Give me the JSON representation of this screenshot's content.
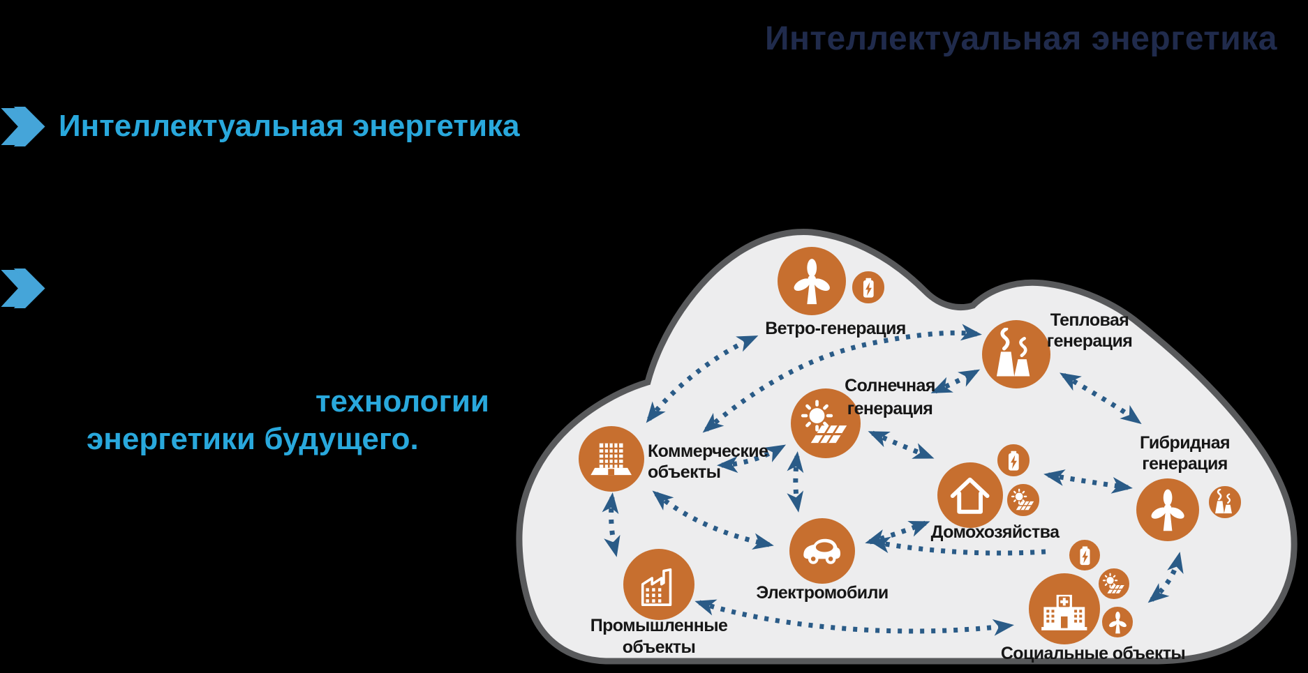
{
  "header": {
    "title": "Интеллектуальная энергетика"
  },
  "left_panel": {
    "bullet1": {
      "label": "Интеллектуальная энергетика"
    },
    "bullet2": {
      "label": ""
    },
    "highlight_line1": "технологии",
    "highlight_line2": "энергетики будущего."
  },
  "colors": {
    "accent_cyan": "#29A8DC",
    "title_navy": "#202B4C",
    "node_orange": "#C76F2F",
    "arrow_blue": "#2A5B87",
    "cloud_fill": "#EDEDEE",
    "cloud_border": "#58595B"
  },
  "diagram": {
    "nodes": [
      {
        "id": "wind",
        "label": "Ветро-генерация",
        "icon": "wind-turbine-icon",
        "badges": [
          "battery-icon"
        ]
      },
      {
        "id": "thermal",
        "label": "Тепловая генерация",
        "icon": "thermal-plant-icon",
        "badges": []
      },
      {
        "id": "solar",
        "label": "Солнечная генерация",
        "icon": "solar-panel-icon",
        "badges": []
      },
      {
        "id": "commercial",
        "label": "Коммерческие объекты",
        "icon": "office-building-icon",
        "badges": []
      },
      {
        "id": "household",
        "label": "Домохозяйства",
        "icon": "house-icon",
        "badges": [
          "battery-icon",
          "solar-panel-icon"
        ]
      },
      {
        "id": "hybrid",
        "label": "Гибридная генерация",
        "icon": "wind-turbine-icon",
        "badges": [
          "thermal-plant-icon"
        ]
      },
      {
        "id": "industrial",
        "label": "Промышленные объекты",
        "icon": "factory-icon",
        "badges": []
      },
      {
        "id": "ev",
        "label": "Электромобили",
        "icon": "car-icon",
        "badges": []
      },
      {
        "id": "social",
        "label": "Социальные объекты",
        "icon": "hospital-icon",
        "badges": [
          "battery-icon",
          "solar-panel-icon",
          "wind-turbine-icon"
        ]
      }
    ],
    "connections": [
      {
        "from": "commercial",
        "to": "wind",
        "bidirectional": true
      },
      {
        "from": "commercial",
        "to": "thermal",
        "bidirectional": true
      },
      {
        "from": "solar",
        "to": "thermal",
        "bidirectional": true
      },
      {
        "from": "commercial",
        "to": "solar",
        "bidirectional": true
      },
      {
        "from": "solar",
        "to": "ev",
        "bidirectional": true
      },
      {
        "from": "solar",
        "to": "household",
        "bidirectional": true
      },
      {
        "from": "ev",
        "to": "household",
        "bidirectional": true
      },
      {
        "from": "household",
        "to": "hybrid",
        "bidirectional": true
      },
      {
        "from": "thermal",
        "to": "hybrid",
        "bidirectional": true
      },
      {
        "from": "social",
        "to": "hybrid",
        "bidirectional": true
      },
      {
        "from": "commercial",
        "to": "industrial",
        "bidirectional": true
      },
      {
        "from": "commercial",
        "to": "ev",
        "bidirectional": true
      },
      {
        "from": "industrial",
        "to": "social",
        "bidirectional": true
      },
      {
        "from": "social",
        "to": "ev",
        "bidirectional": false
      }
    ]
  }
}
